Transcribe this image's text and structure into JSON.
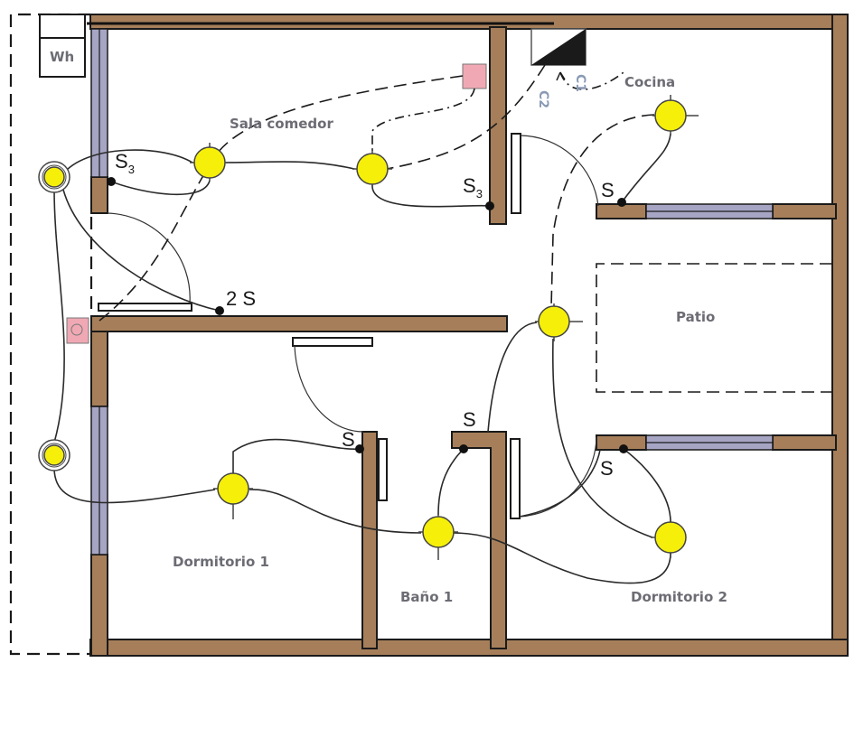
{
  "diagram": {
    "type": "electrical floor plan",
    "rooms": {
      "sala_comedor": "Sala comedor",
      "cocina": "Cocina",
      "patio": "Patio",
      "dormitorio1": "Dormitorio 1",
      "bano1": "Baño 1",
      "dormitorio2": "Dormitorio 2"
    },
    "meter_label": "Wh",
    "circuits": {
      "c1": "C1",
      "c2": "C2"
    },
    "switches": {
      "s3_left": {
        "main": "S",
        "sub": "3"
      },
      "s3_center": {
        "main": "S",
        "sub": "3"
      },
      "two_s": "2 S",
      "s_kitchen": "S",
      "s_dorm1": "S",
      "s_bath": "S",
      "s_dorm2": "S"
    },
    "colors": {
      "wall": "#a67f5a",
      "window": "#a7a5c4",
      "lamp": "#f5ef0a",
      "outlet": "#f0a9b4",
      "label": "#6c6c74"
    }
  }
}
